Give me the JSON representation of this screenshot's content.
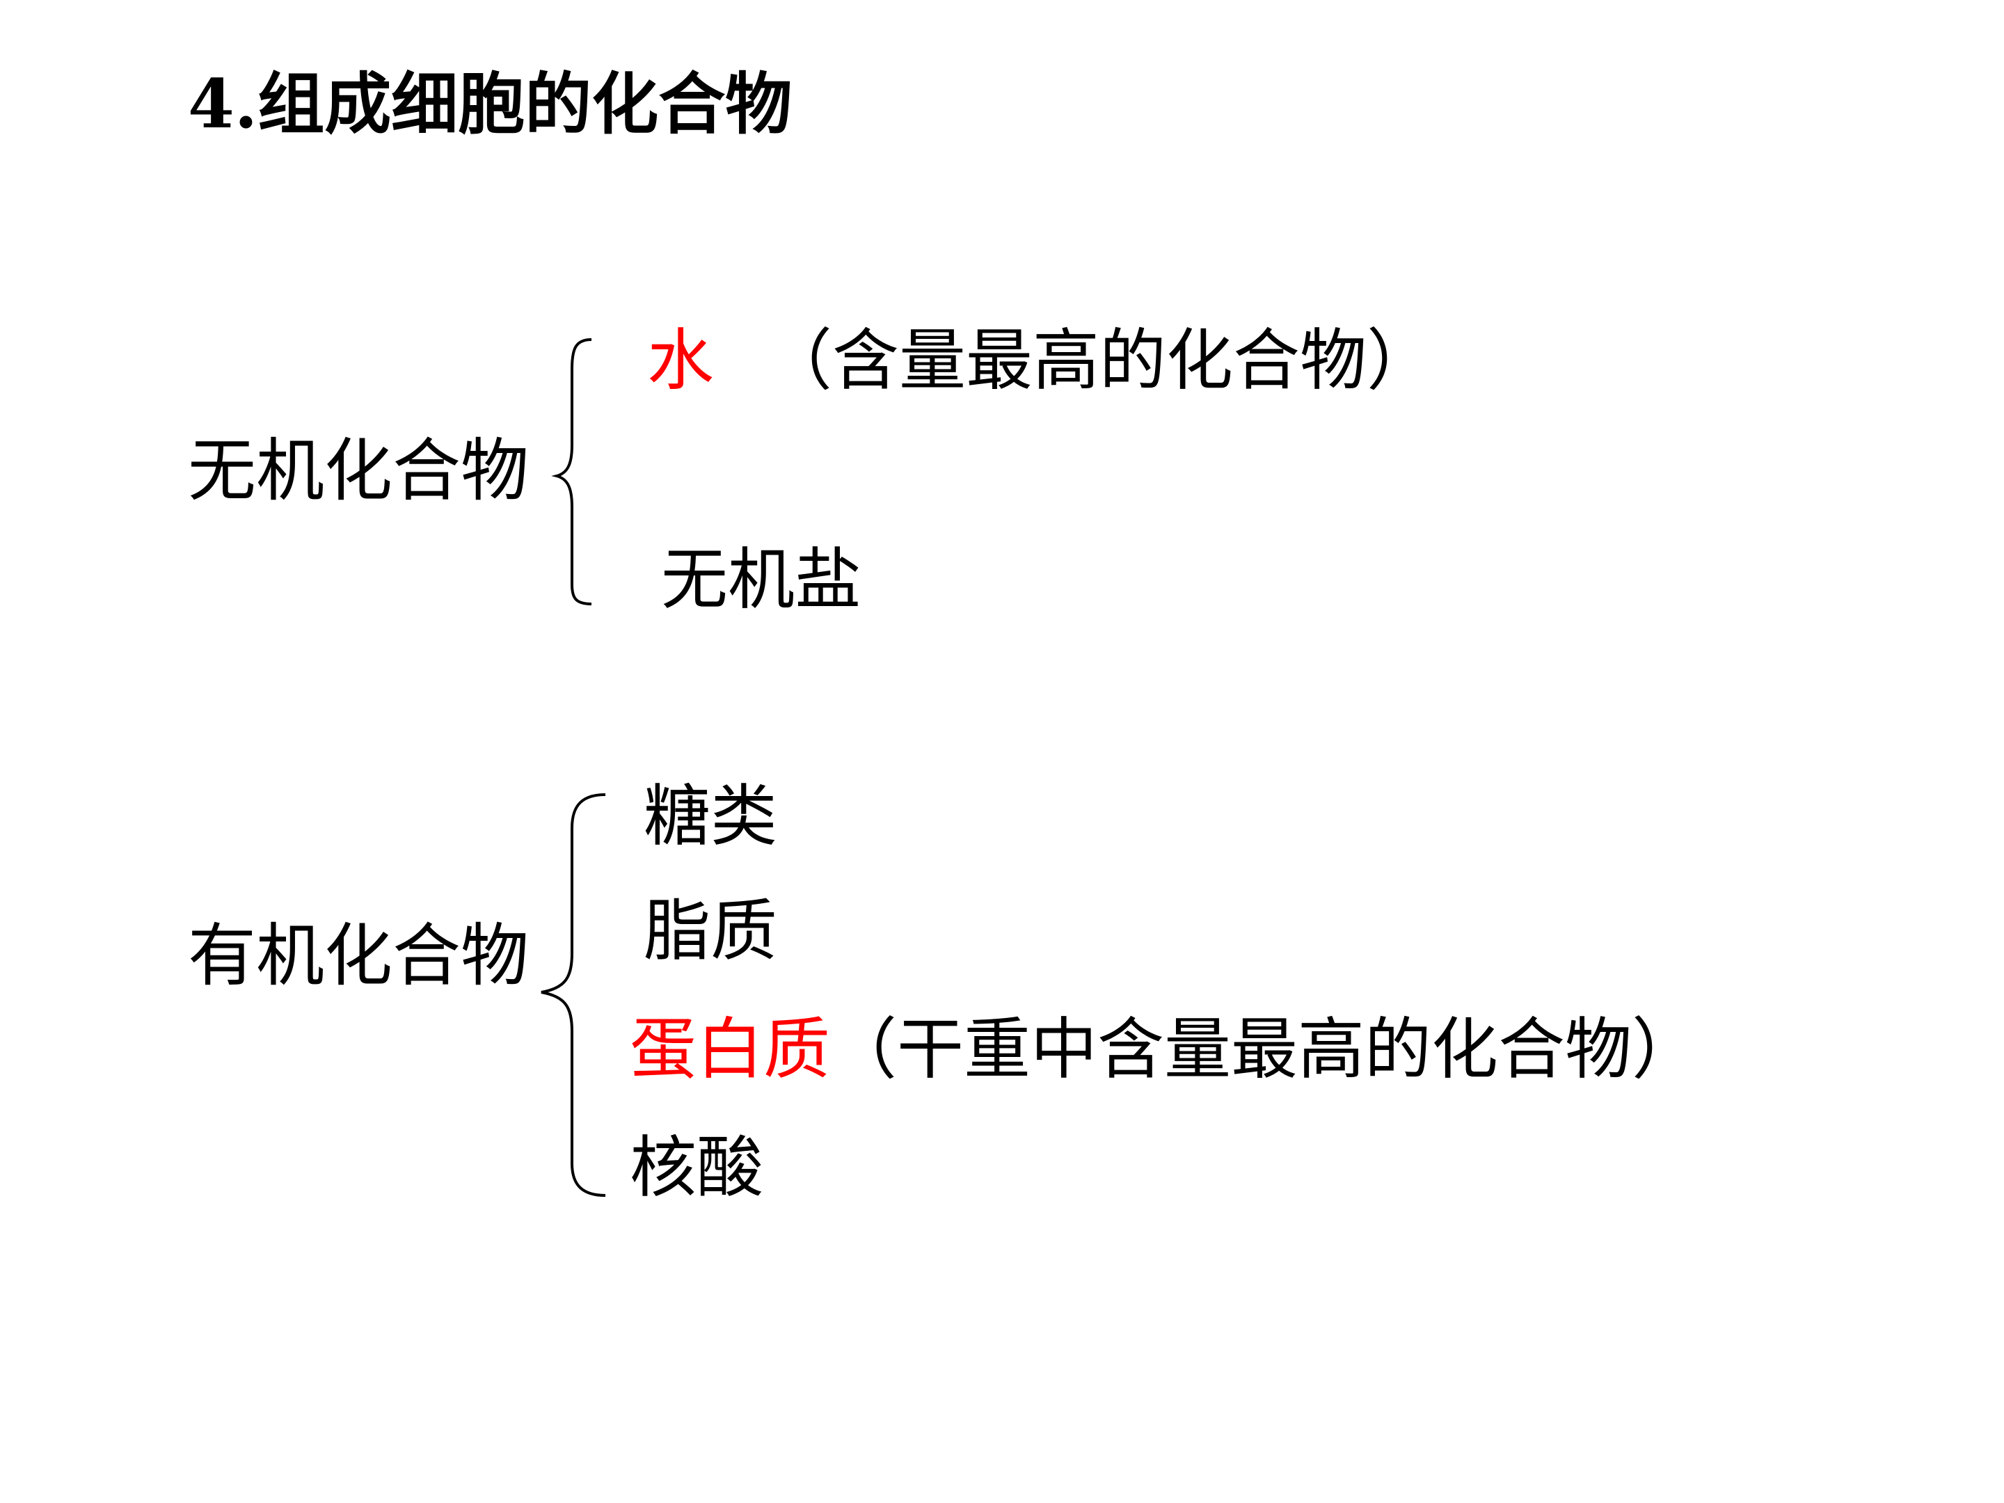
{
  "title": "4.组成细胞的化合物",
  "inorganic": {
    "label": "无机化合物",
    "items": [
      {
        "name": "水",
        "note": "（含量最高的化合物）"
      },
      {
        "name": "无机盐",
        "note": ""
      }
    ]
  },
  "organic": {
    "label": "有机化合物",
    "items": [
      {
        "name": "糖类",
        "note": ""
      },
      {
        "name": "脂质",
        "note": ""
      },
      {
        "name": "蛋白质",
        "note": "（干重中含量最高的化合物）"
      },
      {
        "name": "核酸",
        "note": ""
      }
    ]
  },
  "colors": {
    "highlight": "#ff0000",
    "text": "#000000"
  }
}
